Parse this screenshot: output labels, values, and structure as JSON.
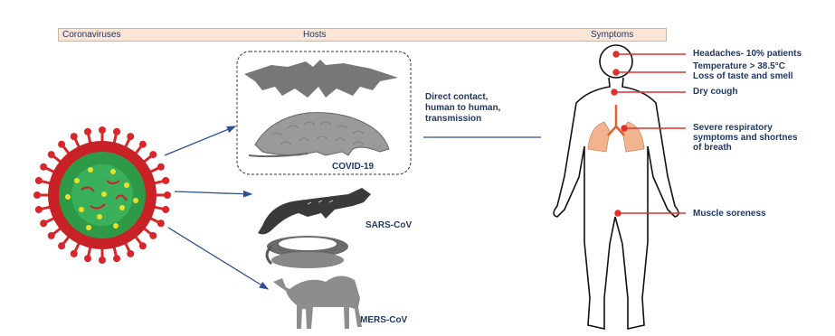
{
  "header": {
    "col1": "Coronaviruses",
    "col2": "Hosts",
    "col3": "Symptoms"
  },
  "hosts": {
    "covid": "COVID-19",
    "sars": "SARS-CoV",
    "mers": "MERS-CoV"
  },
  "transmission": [
    "Direct contact,",
    "human to human,",
    "transmission"
  ],
  "symptoms": {
    "headaches": "Headaches- 10% patients",
    "temperature": "Temperature > 38.5°C",
    "taste_smell": "Loss of taste and smell",
    "cough": "Dry cough",
    "respiratory": [
      "Severe respiratory",
      "symptoms and shortnes",
      "of breath"
    ],
    "muscle": "Muscle soreness"
  },
  "colors": {
    "text": "#1f3864",
    "symptom_line": "#e0302e",
    "arrow": "#2f4f8f",
    "header_bg": "#fbe5d6",
    "virus_red": "#d9262b",
    "virus_green": "#2e9a47"
  }
}
